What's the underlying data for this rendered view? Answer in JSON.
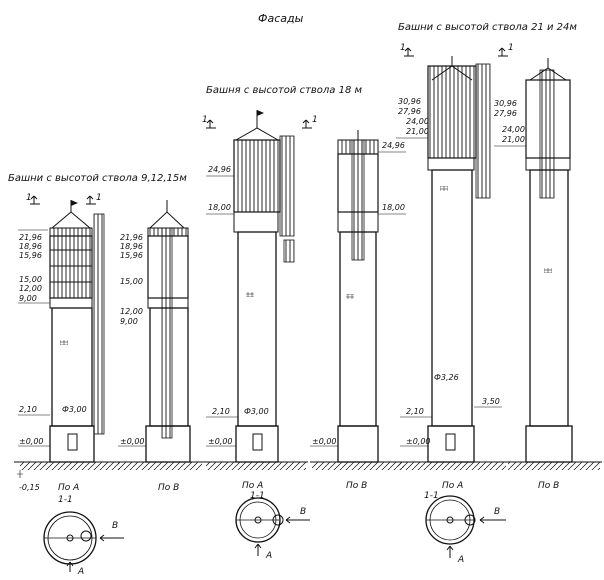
{
  "page": {
    "title": "Фасады"
  },
  "towers": [
    {
      "id": "t1",
      "caption": "Башни с высотой ствола 9,12,15м",
      "section_marks": [
        "1",
        "1"
      ],
      "view_labels": [
        "По А",
        "По В"
      ],
      "elevations_a": [
        "21,96",
        "18,96",
        "15,96",
        "15,00",
        "12,00",
        "9,00"
      ],
      "elevations_b": [
        "21,96",
        "18,96",
        "15,96",
        "15,00",
        "12,00",
        "9,00"
      ],
      "mark_base": "2,10",
      "mark_zero": "±0,00",
      "mark_zero_b": "±0,00",
      "mark_ground": "-0,15",
      "diameter": "Ф3,00",
      "section_title": "1-1",
      "plan_arrow_a": "А",
      "plan_arrow_b": "В"
    },
    {
      "id": "t2",
      "caption": "Башня с высотой ствола 18 м",
      "section_marks": [
        "1",
        "1"
      ],
      "view_labels": [
        "По А",
        "По В"
      ],
      "elevations_a": [
        "24,96",
        "18,00"
      ],
      "elevations_b": [
        "24,96",
        "18,00"
      ],
      "mark_base": "2,10",
      "mark_zero": "±0,00",
      "mark_zero_b": "±0,00",
      "diameter": "Ф3,00",
      "section_title": "1-1",
      "plan_arrow_a": "А",
      "plan_arrow_b": "В"
    },
    {
      "id": "t3",
      "caption": "Башни с высотой ствола 21 и 24м",
      "section_marks": [
        "1",
        "1"
      ],
      "view_labels": [
        "По А",
        "По В"
      ],
      "elevations_a": [
        "30,96",
        "27,96",
        "24,00",
        "21,00"
      ],
      "elevations_b": [
        "30,96",
        "27,96",
        "24,00",
        "21,00"
      ],
      "mark_base": "2,10",
      "mark_zero": "±0,00",
      "mark_side": "3,50",
      "diameter": "Ф3,26",
      "section_title": "1-1",
      "plan_arrow_a": "А",
      "plan_arrow_b": "В"
    }
  ]
}
